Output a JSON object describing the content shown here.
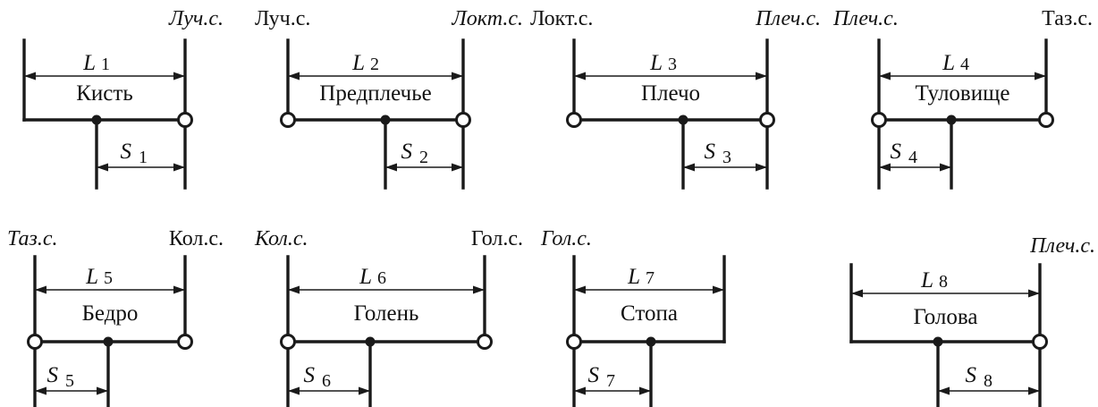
{
  "segments": [
    {
      "name": "Кисть",
      "length_symbol": "L",
      "length_index": "1",
      "com_symbol": "S",
      "com_index": "1",
      "left_label": "",
      "left_italic": false,
      "right_label": "Луч.с.",
      "right_italic": true,
      "left_joint": false,
      "right_joint": true,
      "com_side": "right"
    },
    {
      "name": "Предплечье",
      "length_symbol": "L",
      "length_index": "2",
      "com_symbol": "S",
      "com_index": "2",
      "left_label": "Луч.с.",
      "left_italic": false,
      "right_label": "Локт.с.",
      "right_italic": true,
      "left_joint": true,
      "right_joint": true,
      "com_side": "right"
    },
    {
      "name": "Плечо",
      "length_symbol": "L",
      "length_index": "3",
      "com_symbol": "S",
      "com_index": "3",
      "left_label": "Локт.с.",
      "left_italic": false,
      "right_label": "Плеч.с.",
      "right_italic": true,
      "left_joint": true,
      "right_joint": true,
      "com_side": "right"
    },
    {
      "name": "Туловище",
      "length_symbol": "L",
      "length_index": "4",
      "com_symbol": "S",
      "com_index": "4",
      "left_label": "Плеч.с.",
      "left_italic": true,
      "right_label": "Таз.с.",
      "right_italic": false,
      "left_joint": true,
      "right_joint": true,
      "com_side": "left"
    },
    {
      "name": "Бедро",
      "length_symbol": "L",
      "length_index": "5",
      "com_symbol": "S",
      "com_index": "5",
      "left_label": "Таз.с.",
      "left_italic": true,
      "right_label": "Кол.с.",
      "right_italic": false,
      "left_joint": true,
      "right_joint": true,
      "com_side": "left"
    },
    {
      "name": "Голень",
      "length_symbol": "L",
      "length_index": "6",
      "com_symbol": "S",
      "com_index": "6",
      "left_label": "Кол.с.",
      "left_italic": true,
      "right_label": "Гол.с.",
      "right_italic": false,
      "left_joint": true,
      "right_joint": true,
      "com_side": "left"
    },
    {
      "name": "Стопа",
      "length_symbol": "L",
      "length_index": "7",
      "com_symbol": "S",
      "com_index": "7",
      "left_label": "Гол.с.",
      "left_italic": true,
      "right_label": "",
      "right_italic": false,
      "left_joint": true,
      "right_joint": false,
      "com_side": "left"
    },
    {
      "name": "Голова",
      "length_symbol": "L",
      "length_index": "8",
      "com_symbol": "S",
      "com_index": "8",
      "left_label": "",
      "left_italic": false,
      "right_label": "Плеч.с.",
      "right_italic": true,
      "left_joint": false,
      "right_joint": true,
      "com_side": "right"
    }
  ],
  "colors": {
    "ink": "#1a1a1a",
    "background": "#ffffff"
  }
}
